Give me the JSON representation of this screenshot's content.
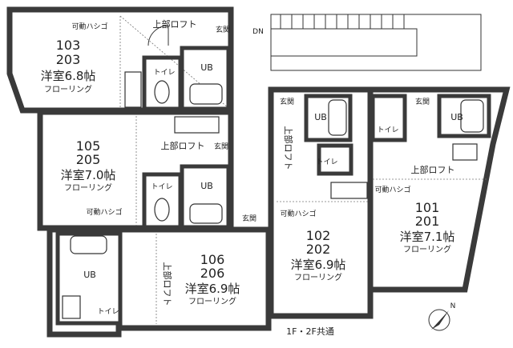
{
  "units": [
    {
      "num1": "103",
      "num2": "203",
      "room": "洋室6.8帖",
      "floor": "フローリング"
    },
    {
      "num1": "105",
      "num2": "205",
      "room": "洋室7.0帖",
      "floor": "フローリング"
    },
    {
      "num1": "106",
      "num2": "206",
      "room": "洋室6.9帖",
      "floor": "フローリング"
    },
    {
      "num1": "102",
      "num2": "202",
      "room": "洋室6.9帖",
      "floor": "フローリング"
    },
    {
      "num1": "101",
      "num2": "201",
      "room": "洋室7.1帖",
      "floor": "フローリング"
    }
  ],
  "labels": {
    "loft": "上部ロフト",
    "ladder": "可動ハシゴ",
    "entrance": "玄関",
    "bath": "UB",
    "toilet": "トイレ",
    "down": "DN",
    "common": "1F・2F共通",
    "north": "N"
  },
  "compass_icon": "north-arrow-icon"
}
